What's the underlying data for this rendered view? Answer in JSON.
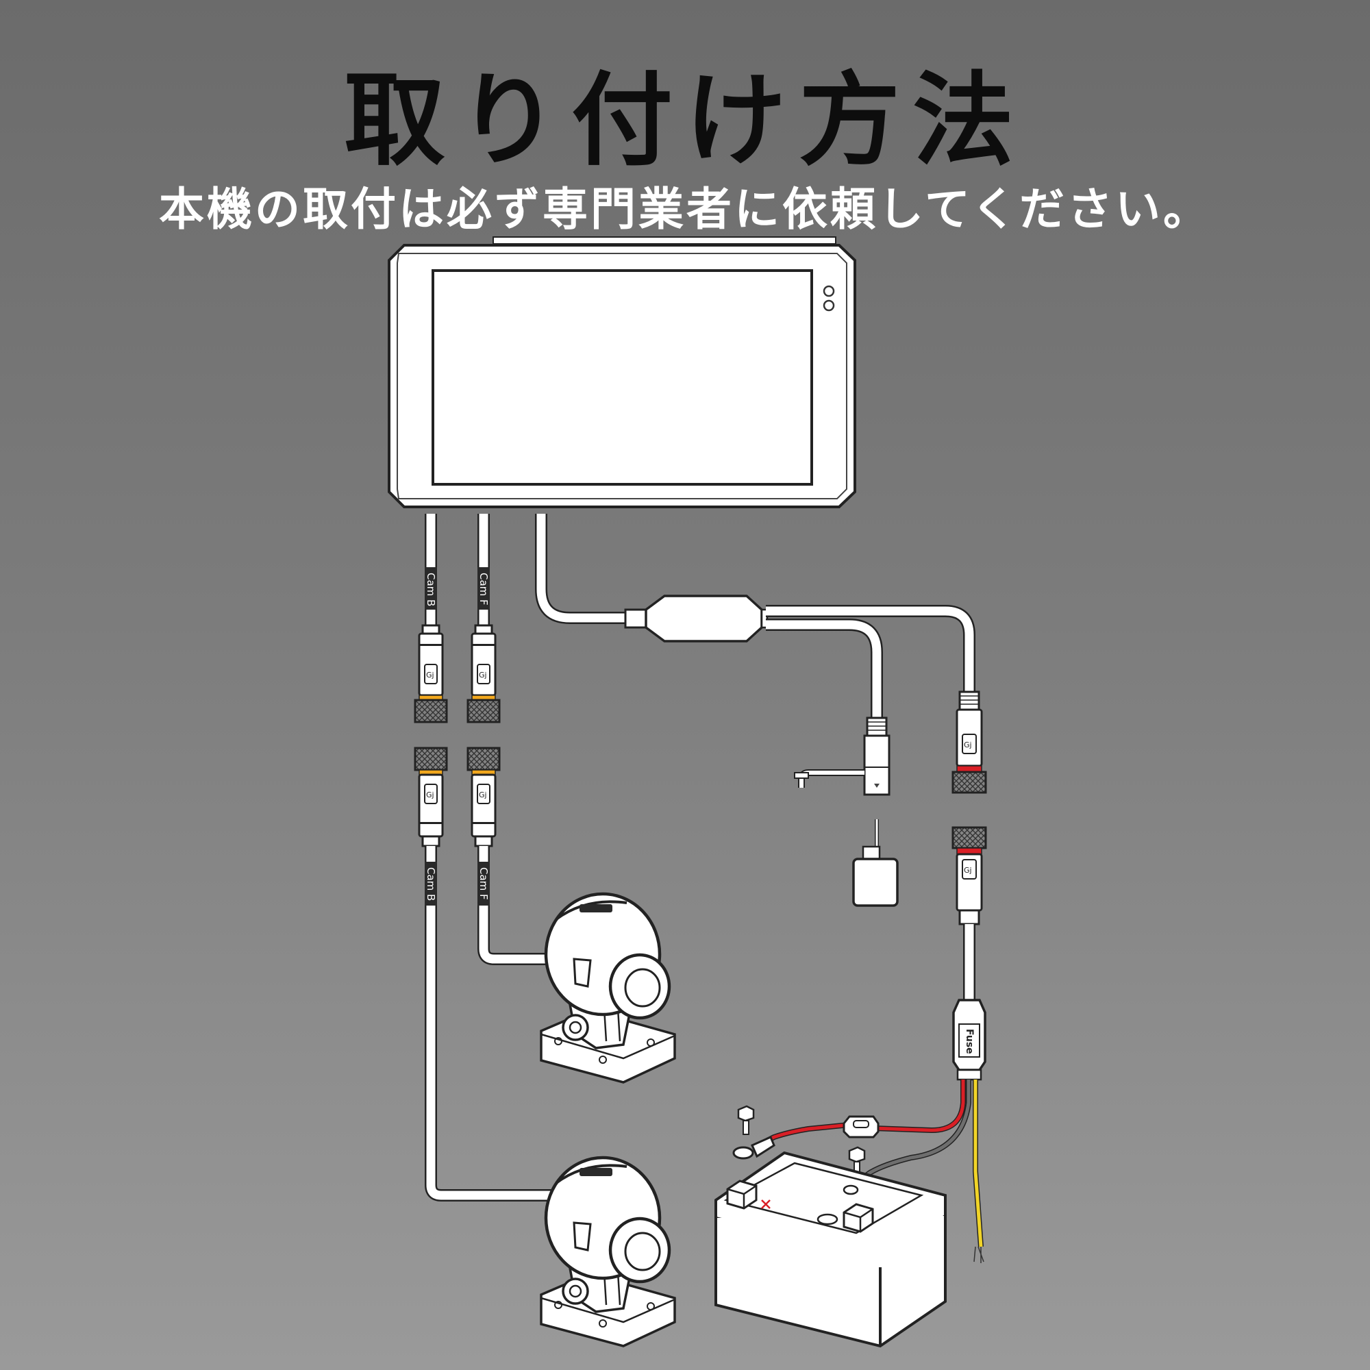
{
  "title": "取り付け方法",
  "subtitle": "本機の取付は必ず専門業者に依頼してください。",
  "labels": {
    "cam_b": "Cam B",
    "cam_f": "Cam F",
    "fuse": "Fuse",
    "connector_logo": "Gj"
  },
  "colors": {
    "cable": "#ffffff",
    "outline": "#1e1e1e",
    "wire_red": "#d91f26",
    "wire_gray": "#6e6e6e",
    "wire_yellow": "#f1d428",
    "ring_yellow": "#f2a81d",
    "ring_red": "#d91f26"
  }
}
